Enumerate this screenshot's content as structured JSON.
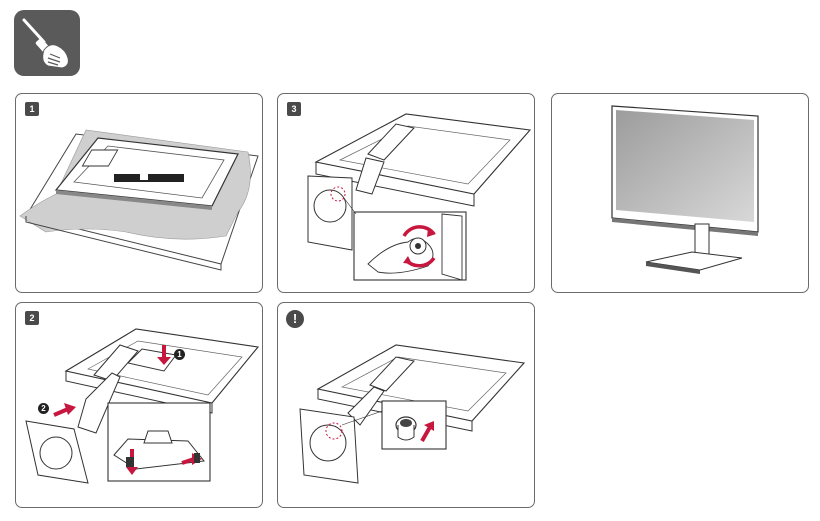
{
  "tool_icon": "screwdriver-in-hand-icon",
  "colors": {
    "accent_red": "#c8173f",
    "badge_dark": "#4a4a4a",
    "line": "#3a3a3a",
    "cushion": "#c9c9c9"
  },
  "steps": {
    "step1_label": "1",
    "step2_label": "2",
    "step3_label": "3",
    "warning_label": "!",
    "callout_1": "1",
    "callout_2": "2"
  }
}
